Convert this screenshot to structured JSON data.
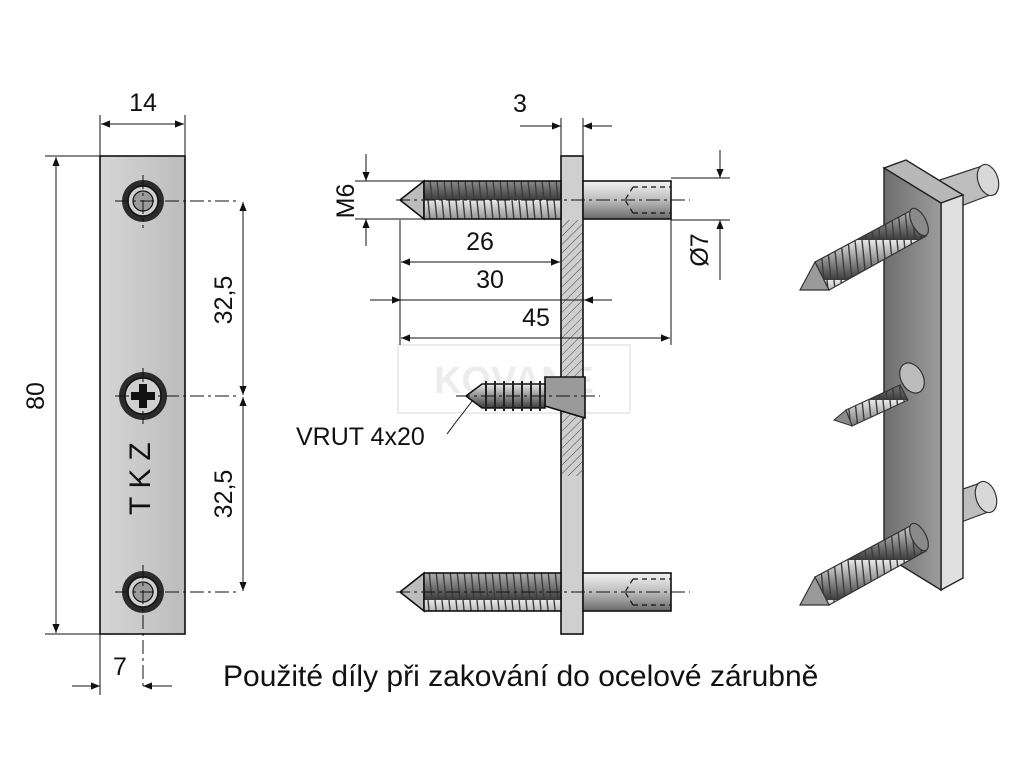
{
  "dimensions": {
    "plate_width": "14",
    "plate_height": "80",
    "hole_spacing_top": "32,5",
    "hole_spacing_bottom": "32,5",
    "bottom_offset": "7",
    "plate_thickness": "3",
    "thread": "M6",
    "thread_length": "26",
    "pin_total_inner": "30",
    "pin_total": "45",
    "pin_diameter": "Ø7"
  },
  "screw_label": "VRUT 4x20",
  "plate_marking": "TKZ",
  "watermark": "KOVANE",
  "caption": "Použité díly při zakování do ocelové zárubně",
  "colors": {
    "plate": "#c9c9c9",
    "plate_dark": "#8a8a8a",
    "line": "#111111"
  }
}
